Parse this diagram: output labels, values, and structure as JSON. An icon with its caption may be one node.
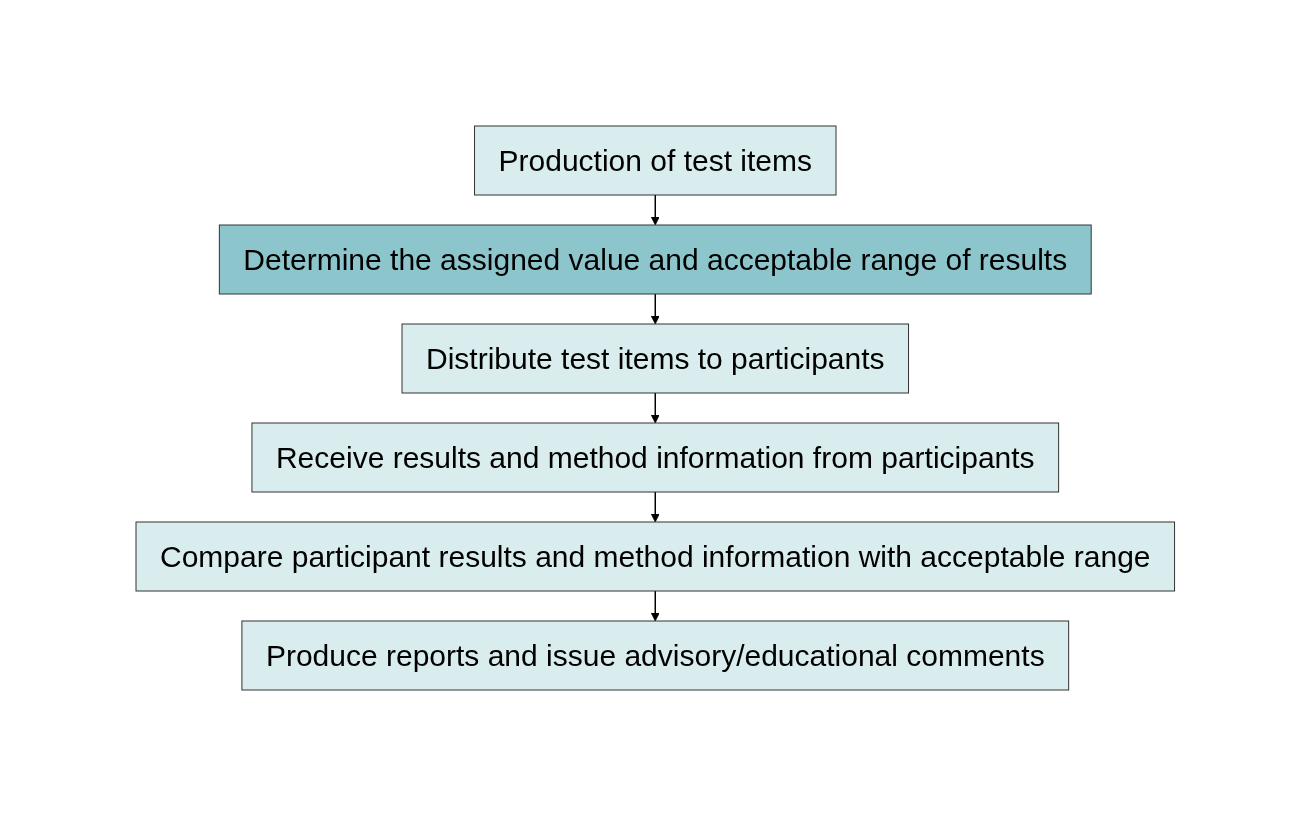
{
  "diagram": {
    "nodes": [
      {
        "text": [
          "Production of test items"
        ]
      },
      {
        "text": [
          "Determine the assigned value and acceptable range of results"
        ]
      },
      {
        "text": [
          "Distribute test items to participants"
        ]
      },
      {
        "text": [
          "Receive results and method information from participants"
        ]
      },
      {
        "text": [
          "Compare participant results and method information with acceptable range"
        ]
      },
      {
        "text": [
          "Produce reports and issue advisory/educational comments"
        ]
      }
    ],
    "edges": [
      {
        "from": 0,
        "to": 1,
        "arrow": "to"
      },
      {
        "from": 1,
        "to": 2,
        "arrow": "to"
      },
      {
        "from": 2,
        "to": 3,
        "arrow": "to"
      },
      {
        "from": 3,
        "to": 4,
        "arrow": "to"
      },
      {
        "from": 4,
        "to": 5,
        "arrow": "to"
      }
    ]
  }
}
